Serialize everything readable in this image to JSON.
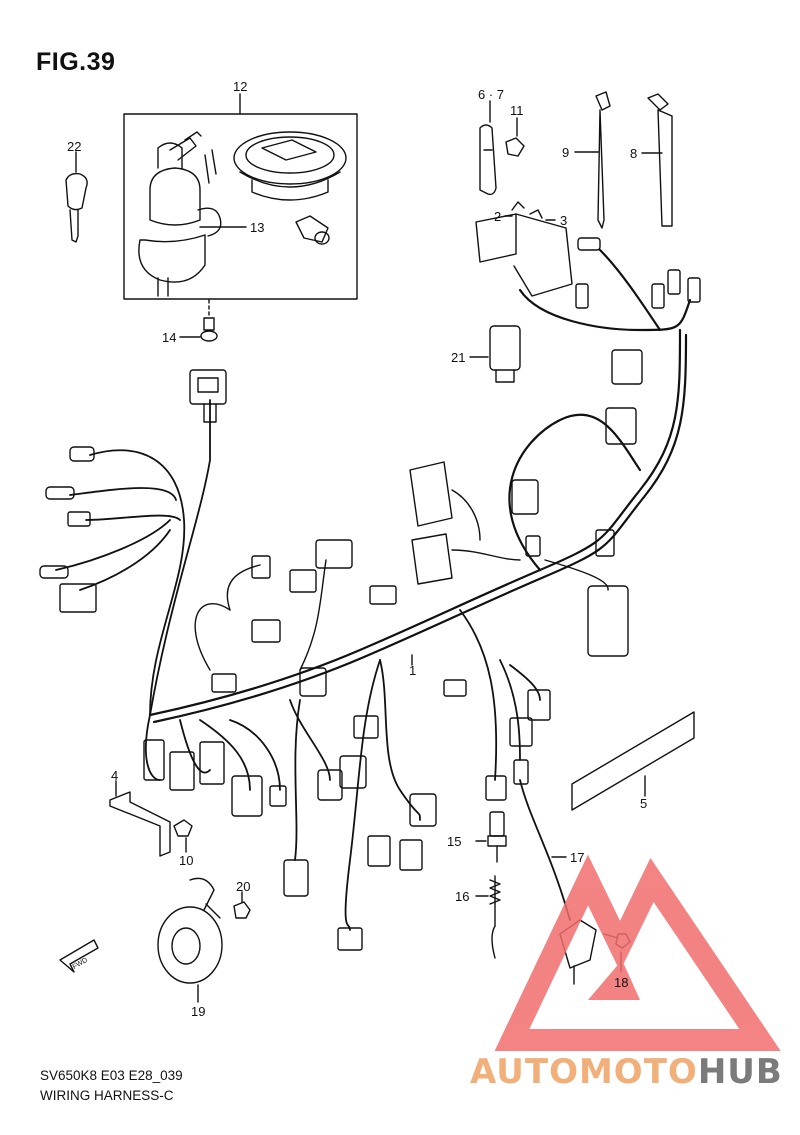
{
  "figure": {
    "title": "FIG.39",
    "model_code": "SV650K8 E03 E28_039",
    "caption": "WIRING HARNESS-C"
  },
  "callouts": [
    {
      "label": "1"
    },
    {
      "label": "2"
    },
    {
      "label": "3"
    },
    {
      "label": "4"
    },
    {
      "label": "5"
    },
    {
      "label": "6 · 7"
    },
    {
      "label": "8"
    },
    {
      "label": "9"
    },
    {
      "label": "10"
    },
    {
      "label": "11"
    },
    {
      "label": "12"
    },
    {
      "label": "13"
    },
    {
      "label": "14"
    },
    {
      "label": "15"
    },
    {
      "label": "16"
    },
    {
      "label": "17"
    },
    {
      "label": "18"
    },
    {
      "label": "19"
    },
    {
      "label": "20"
    },
    {
      "label": "21"
    },
    {
      "label": "22"
    }
  ],
  "fwd_label": "FWD",
  "watermark": {
    "part_a": "AUTOMOTO",
    "part_b": "HUB",
    "color_a": "#f1b07a",
    "color_b": "#7b7b7b",
    "logo_color": "#f26d6d"
  }
}
